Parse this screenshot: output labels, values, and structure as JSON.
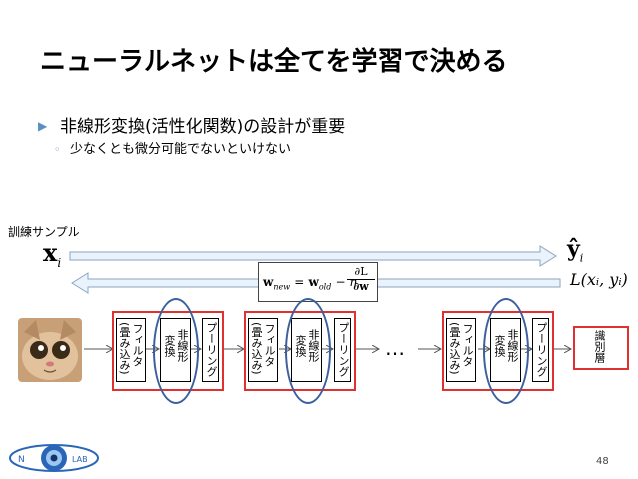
{
  "title": "ニューラルネットは全てを学習で決める",
  "bullets": {
    "level1": "非線形変換(活性化関数)の設計が重要",
    "level2": "少なくとも微分可能でないといけない"
  },
  "diagram": {
    "train_sample_label": "訓練サンプル",
    "input_symbol": "x",
    "input_sub": "i",
    "output_symbol": "ŷ",
    "output_sub": "i",
    "loss_expr": "L(xᵢ, yᵢ)",
    "formula": {
      "lhs_w": "w",
      "lhs_sub": "new",
      "eq": "=",
      "rhs_w": "w",
      "rhs_sub": "old",
      "minus_eta": "− η",
      "numerator": "∂L",
      "denominator": "∂w"
    },
    "blocks": {
      "filter": "フィルタ",
      "filter_sub": "(畳み込み)",
      "nonlinear_1": "非線形",
      "nonlinear_2": "変換",
      "pooling": "プーリング"
    },
    "ellipsis": "…",
    "classifier": "識別層"
  },
  "page_number": "48",
  "logo": {
    "left_text": "N",
    "right_text": "LAB"
  },
  "colors": {
    "bullet_marker": "#5b8fc2",
    "red_box": "#e03030",
    "ellipse": "#3c5f9e",
    "arrow": "#555555"
  }
}
